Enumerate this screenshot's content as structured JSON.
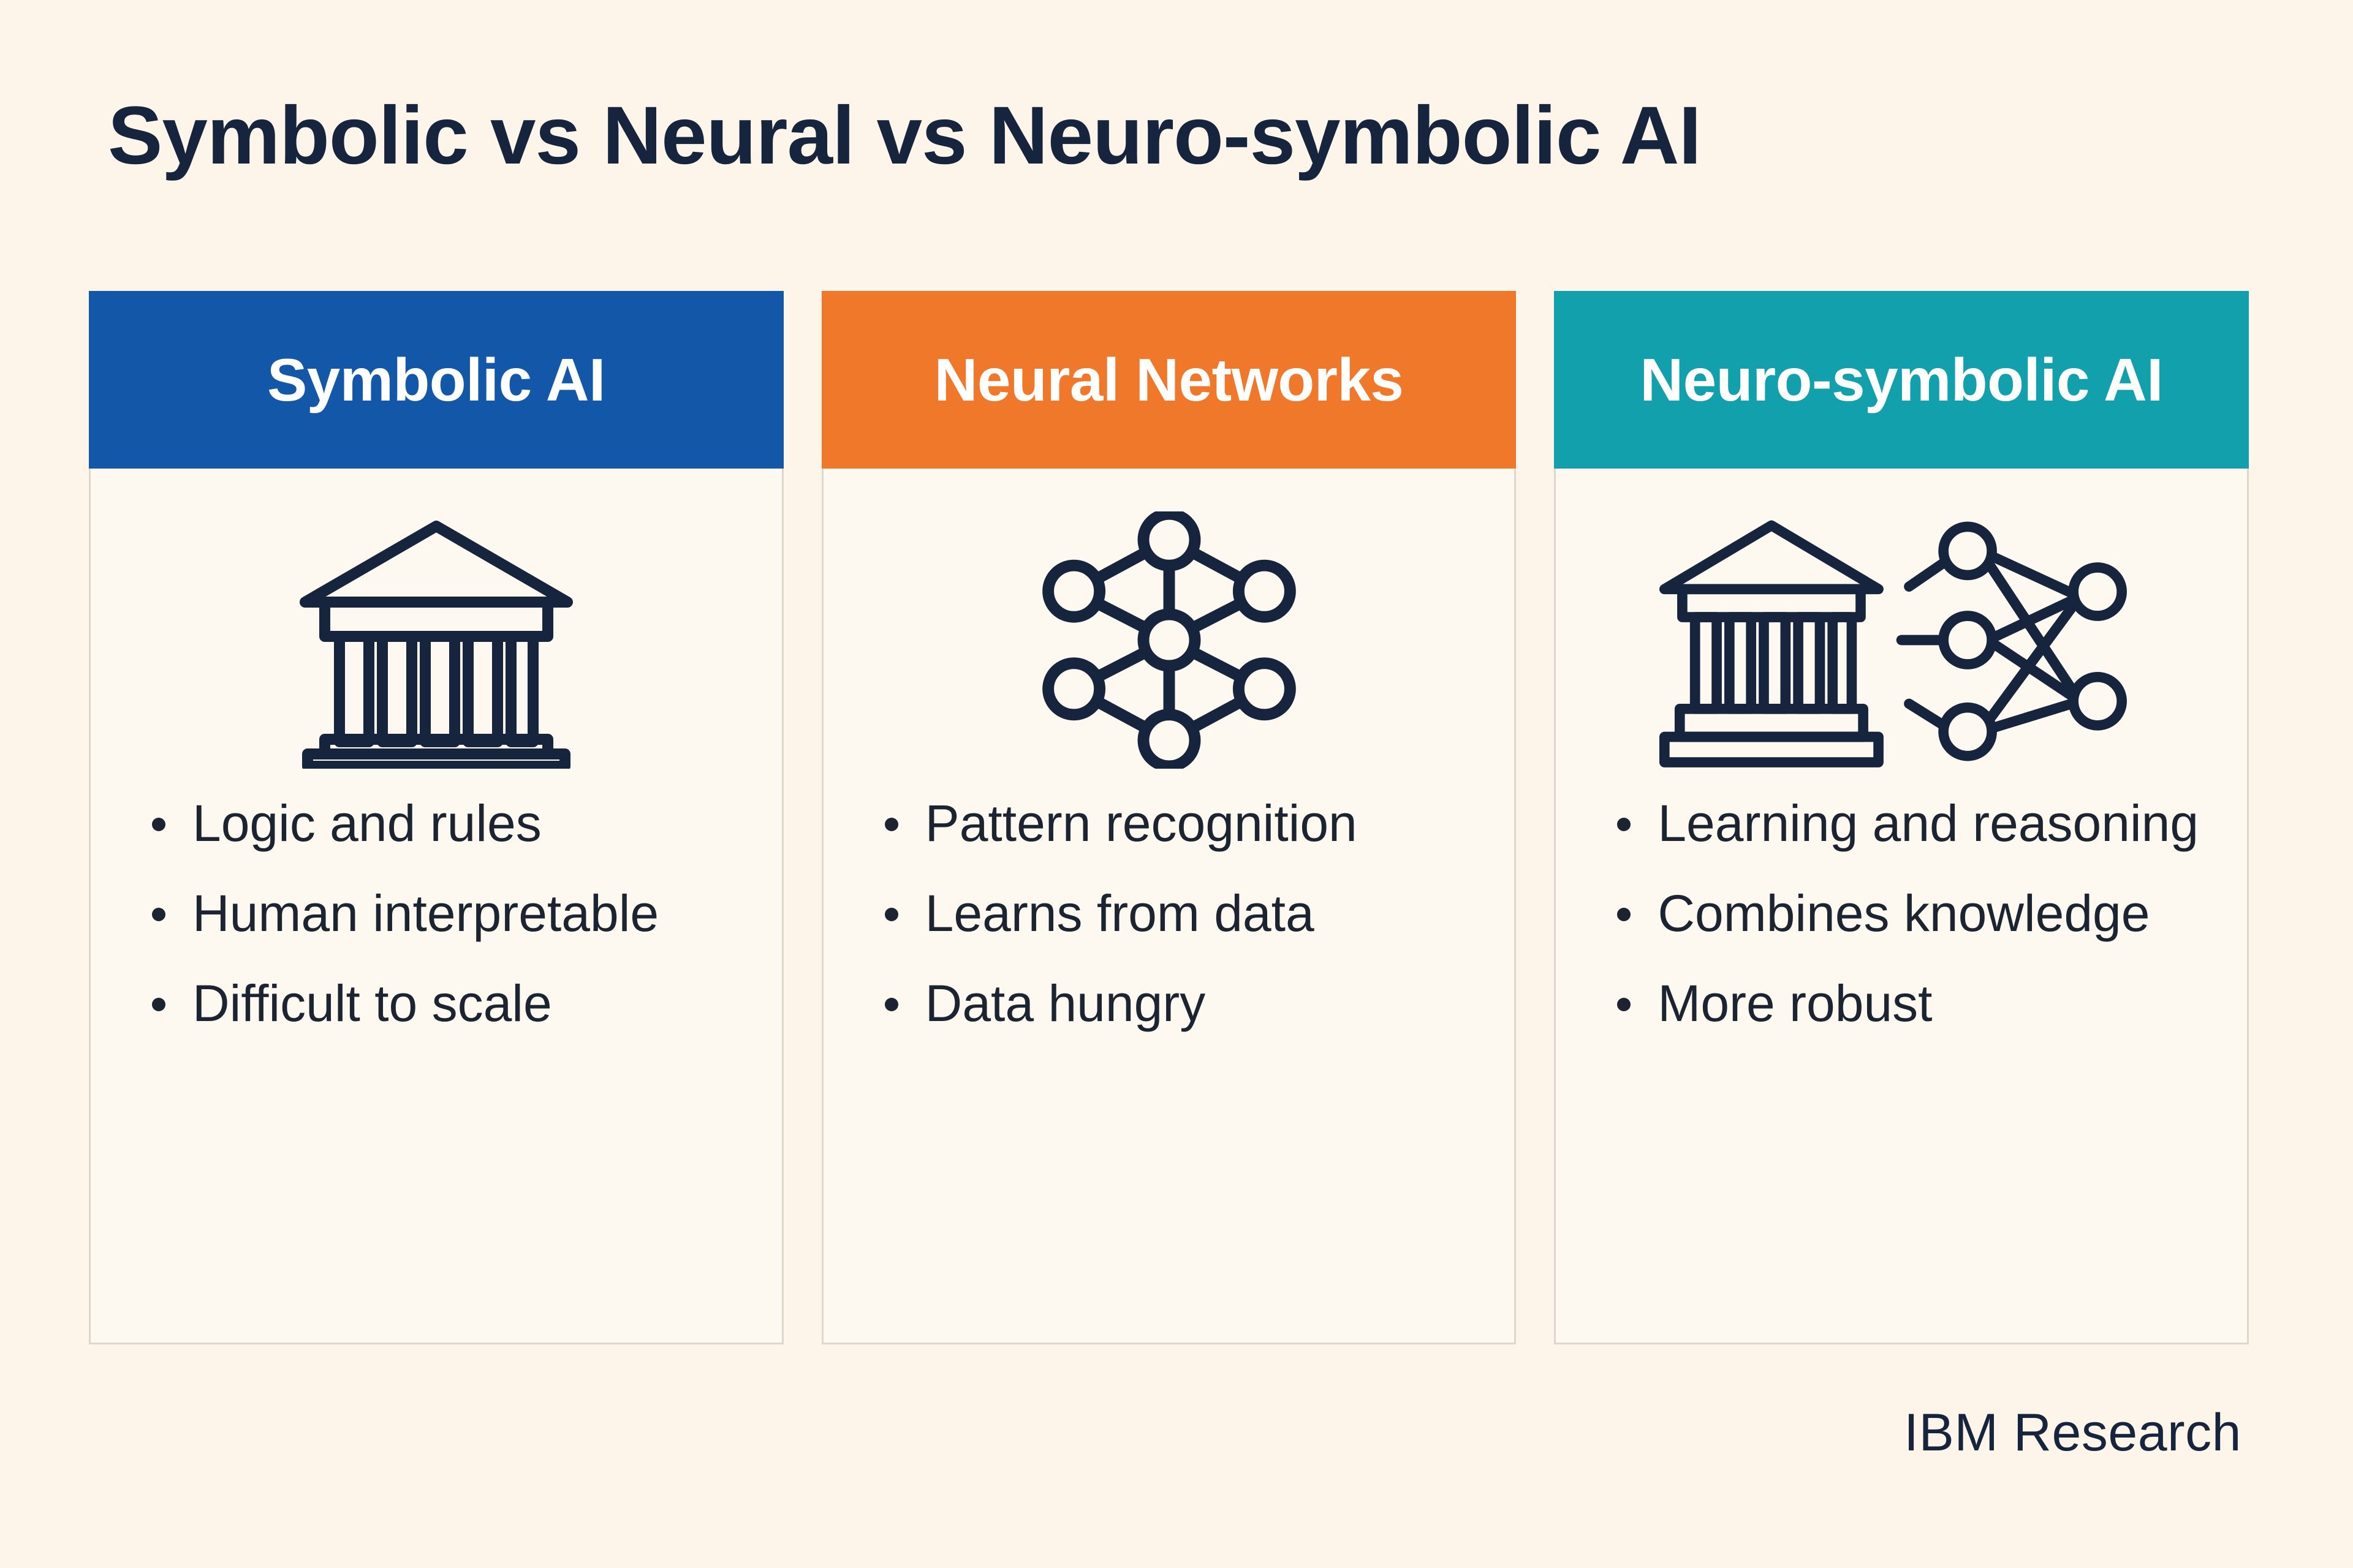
{
  "page": {
    "background_color": "#fdf5ea",
    "title": "Symbolic vs Neural vs Neuro-symbolic AI",
    "footer": "IBM Research"
  },
  "colors": {
    "symbolic_header": "#1257a8",
    "neural_header": "#f0782a",
    "neurosymbolic_header": "#12a0ad",
    "text_dark": "#16243d",
    "card_body": "#fdf8f0",
    "card_border": "#ded7cc"
  },
  "columns": [
    {
      "header": "Symbolic AI",
      "header_color": "#1257a8",
      "icon": "classical-temple-icon",
      "bullets": [
        "Logic and rules",
        "Human interpretable",
        "Difficult to scale"
      ]
    },
    {
      "header": "Neural Networks",
      "header_color": "#f0782a",
      "icon": "neural-network-icon",
      "bullets": [
        "Pattern recognition",
        "Learns from data",
        "Data hungry"
      ]
    },
    {
      "header": "Neuro-symbolic AI",
      "header_color": "#12a0ad",
      "icon": "temple-plus-network-icon",
      "bullets": [
        "Learning and reasoning",
        "Combines knowledge",
        "More robust"
      ]
    }
  ]
}
